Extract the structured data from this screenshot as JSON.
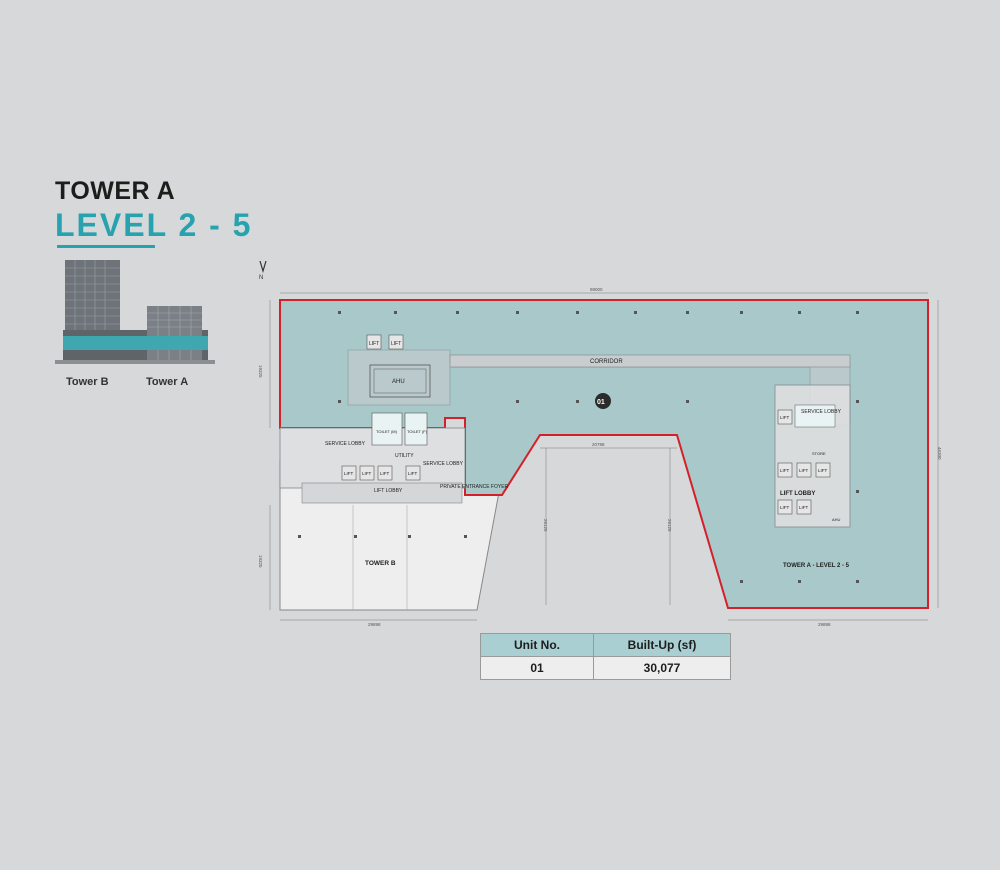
{
  "heading": {
    "line1": "TOWER A",
    "line2": "LEVEL 2 - 5"
  },
  "thumbnail": {
    "label_left": "Tower B",
    "label_right": "Tower A"
  },
  "plan": {
    "compass": "N",
    "dimensions": {
      "top": "98000",
      "inner": "20788",
      "bottom_left": "29898",
      "bottom_right": "29898",
      "left_upper": "19325",
      "left_lower": "19325",
      "right": "46300",
      "vert_1": "26125",
      "vert_2": "26125"
    },
    "rooms": {
      "lift": "LIFT",
      "ahu": "AHU",
      "corridor": "CORRIDOR",
      "unit_marker": "01",
      "service_lobby": "SERVICE LOBBY",
      "utility": "UTILITY",
      "lift_lobby": "LIFT LOBBY",
      "private_entrance": "PRIVATE ENTRANCE FOYER",
      "tower_b": "TOWER B",
      "toilet_m": "TOILET (M)",
      "toilet_f": "TOILET (F)",
      "store": "STORE",
      "tower_a_caption": "TOWER A - LEVEL 2 - 5"
    },
    "colors": {
      "unit_fill": "#a8c8c9",
      "boundary": "#d4202a",
      "core": "#e6e6e6"
    }
  },
  "table": {
    "headers": [
      "Unit No.",
      "Built-Up (sf)"
    ],
    "rows": [
      [
        "01",
        "30,077"
      ]
    ]
  }
}
